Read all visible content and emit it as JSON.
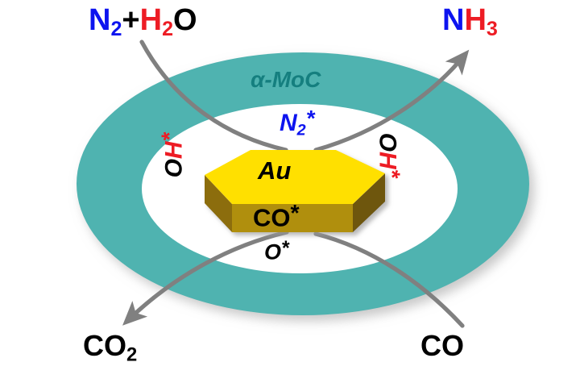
{
  "diagram": {
    "title": "Au on alpha-MoC catalytic cycle schematic",
    "labels": {
      "reactant_n2": "N",
      "reactant_n2_sub": "2",
      "plus": "+",
      "reactant_h": "H",
      "reactant_h_sub": "2",
      "reactant_o": "O",
      "product_n": "N",
      "product_h": "H",
      "product_h_sub": "3",
      "co2": "CO",
      "co2_sub": "2",
      "co": "CO",
      "support": "α-MoC",
      "n2_adsorbed": "N",
      "n2_adsorbed_sub": "2",
      "n2_adsorbed_star": "*",
      "o_adsorbed": "O",
      "o_adsorbed_star": "*",
      "oh_o": "O",
      "oh_h": "H",
      "oh_star": "*",
      "nanoparticle": "Au",
      "co_adsorbed": "CO",
      "co_adsorbed_star": "*"
    },
    "colors": {
      "nitrogen": "#0d14ef",
      "hydrogen": "#ed1c24",
      "oxygen": "#000000",
      "support_ring": "#4fb3b0",
      "support_text": "#157f7f",
      "nanoparticle_top": "#ffe000",
      "nanoparticle_side_left": "#8c6d08",
      "nanoparticle_side_front": "#b08f10",
      "nanoparticle_side_right": "#6e5708",
      "arrow": "#808080",
      "inner_region": "#ffffff",
      "background": "#ffffff"
    },
    "arrows": [
      {
        "name": "n2-h2o-inlet",
        "from": "N2 + H2O",
        "to": "catalyst",
        "direction": "down-right"
      },
      {
        "name": "nh3-outlet",
        "from": "catalyst",
        "to": "NH3",
        "direction": "up-right"
      },
      {
        "name": "co2-outlet",
        "from": "catalyst",
        "to": "CO2",
        "direction": "down-left"
      },
      {
        "name": "co-inlet",
        "from": "CO",
        "to": "catalyst",
        "direction": "up-left"
      }
    ]
  }
}
